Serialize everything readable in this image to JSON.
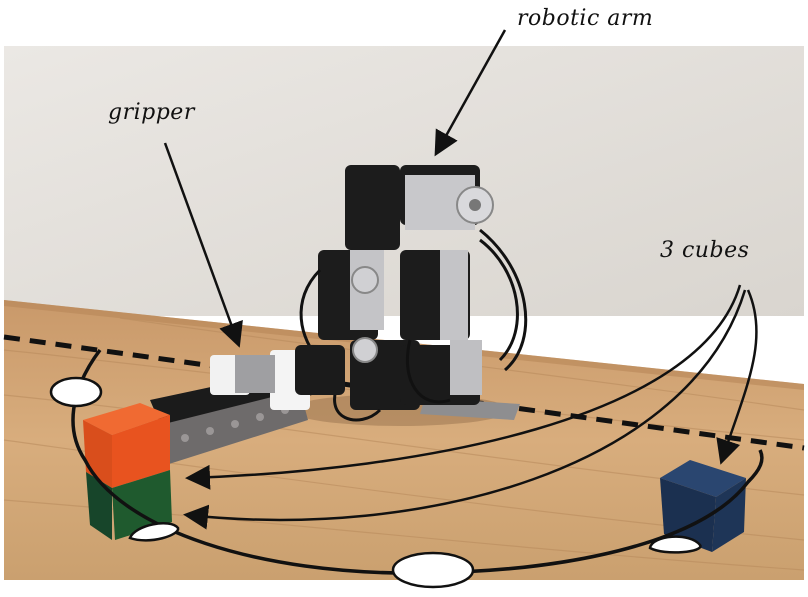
{
  "annotations": {
    "robotic_arm_label": "robotic arm",
    "gripper_label": "gripper",
    "cubes_label": "3 cubes"
  },
  "colors": {
    "wall": "#e9e6e2",
    "table": "#d2a675",
    "orange_cube": "#e8531f",
    "green_cube": "#1f5a2e",
    "blue_cube": "#1e3557",
    "annotation_ink": "#111111"
  },
  "icons": {
    "target_marker": "white-ellipse",
    "arm": "robot-arm-illustration"
  }
}
